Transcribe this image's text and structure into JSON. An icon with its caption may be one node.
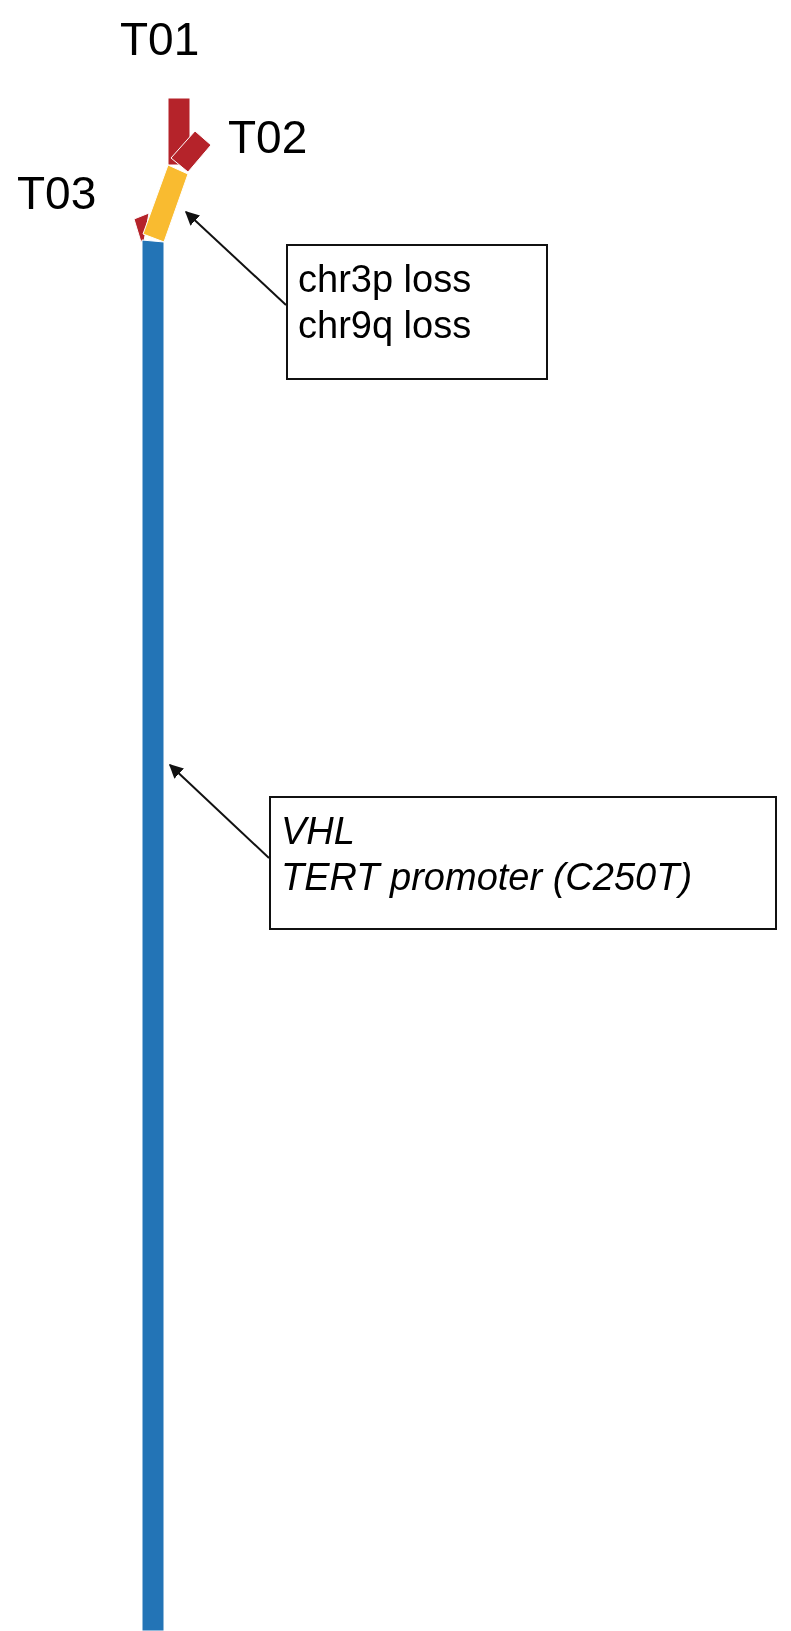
{
  "diagram": {
    "nodes": [
      {
        "text": [],
        "shape": "bar",
        "beside": [
          "T01"
        ]
      },
      {
        "text": [],
        "shape": "bar",
        "beside": [
          "T02"
        ]
      },
      {
        "text": [],
        "shape": "bar",
        "beside": [
          "T03"
        ]
      },
      {
        "text": [],
        "shape": "bar"
      },
      {
        "text": [
          "chr3p loss",
          "chr9q loss"
        ]
      },
      {
        "text": [],
        "shape": "bar"
      },
      {
        "text": [
          "VHL",
          "TERT promoter (C250T)"
        ]
      }
    ],
    "edges": [
      {
        "from": 4,
        "to": 3,
        "arrow": "to"
      },
      {
        "from": 6,
        "to": 5,
        "arrow": "to"
      }
    ]
  }
}
